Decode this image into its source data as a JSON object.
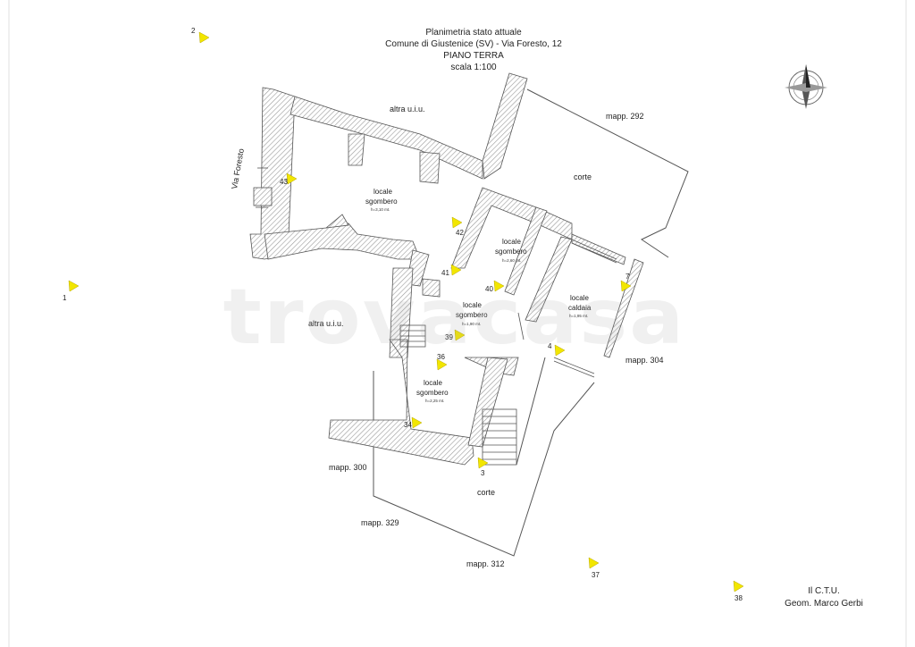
{
  "title": {
    "line1": "Planimetria stato attuale",
    "line2": "Comune di Giustenice (SV) - Via Foresto, 12",
    "line3": "PIANO TERRA",
    "line4": "scala 1:100"
  },
  "street_label": "Via Foresto",
  "labels": {
    "altra_top": "altra u.i.u.",
    "altra_left": "altra u.i.u.",
    "mapp_292": "mapp. 292",
    "corte_top": "corte",
    "mapp_304": "mapp. 304",
    "mapp_300": "mapp. 300",
    "mapp_329": "mapp. 329",
    "mapp_312": "mapp. 312",
    "corte_bottom": "corte"
  },
  "rooms": [
    {
      "line1": "locale",
      "line2": "sgombero",
      "height": "h=3,10 mt."
    },
    {
      "line1": "locale",
      "line2": "sgombero",
      "height": "h=2,60 mt."
    },
    {
      "line1": "locale",
      "line2": "caldaia",
      "height": "h=1,95 mt."
    },
    {
      "line1": "locale",
      "line2": "sgombero",
      "height": "h=1,90 mt."
    },
    {
      "line1": "locale",
      "line2": "sgombero",
      "height": "h=2,25 mt."
    }
  ],
  "photo_points": [
    "2",
    "43",
    "42",
    "41",
    "40",
    "7",
    "1",
    "39",
    "36",
    "4",
    "34",
    "3",
    "37",
    "38"
  ],
  "signature": {
    "line1": "Il C.T.U.",
    "line2": "Geom. Marco Gerbi"
  },
  "watermark": "trovacasa",
  "colors": {
    "wall_line": "#555555",
    "marker_fill": "#f2e600",
    "text": "#222222"
  }
}
